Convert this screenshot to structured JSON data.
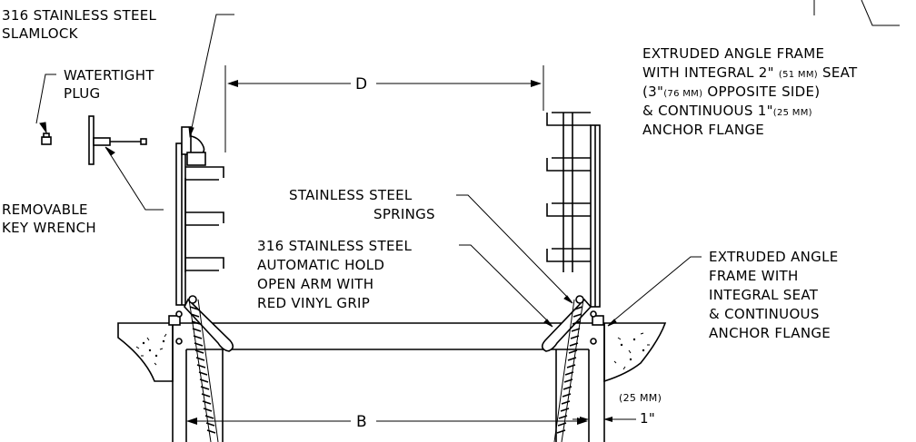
{
  "labels": {
    "slamlock_l1": "316 STAINLESS STEEL",
    "slamlock_l2": "SLAMLOCK",
    "plug_l1": "WATERTIGHT",
    "plug_l2": "PLUG",
    "wrench_l1": "REMOVABLE",
    "wrench_l2": "KEY WRENCH",
    "frame_top_l1": "EXTRUDED ANGLE FRAME",
    "frame_top_l2a": "WITH INTEGRAL 2\"",
    "frame_top_l2b": "(51 MM)",
    "frame_top_l2c": "SEAT",
    "frame_top_l3a": "(3\"",
    "frame_top_l3b": "(76 MM)",
    "frame_top_l3c": "OPPOSITE SIDE)",
    "frame_top_l4a": "& CONTINUOUS 1\"",
    "frame_top_l4b": "(25 MM)",
    "frame_top_l5": "ANCHOR FLANGE",
    "springs_l1": "STAINLESS STEEL",
    "springs_l2": "SPRINGS",
    "arm_l1": "316 STAINLESS STEEL",
    "arm_l2": "AUTOMATIC HOLD",
    "arm_l3": "OPEN ARM WITH",
    "arm_l4": "RED VINYL GRIP",
    "frame_right_l1": "EXTRUDED ANGLE",
    "frame_right_l2": "FRAME WITH",
    "frame_right_l3": "INTEGRAL SEAT",
    "frame_right_l4": "& CONTINUOUS",
    "frame_right_l5": "ANCHOR FLANGE",
    "dim_d": "D",
    "dim_b": "B",
    "dim_mm": "(25 MM)",
    "dim_in": "1\""
  },
  "icons": [
    "slamlock-icon",
    "plug-icon",
    "key-wrench-icon",
    "spring-icon",
    "hold-open-arm-icon",
    "concrete-icon"
  ]
}
